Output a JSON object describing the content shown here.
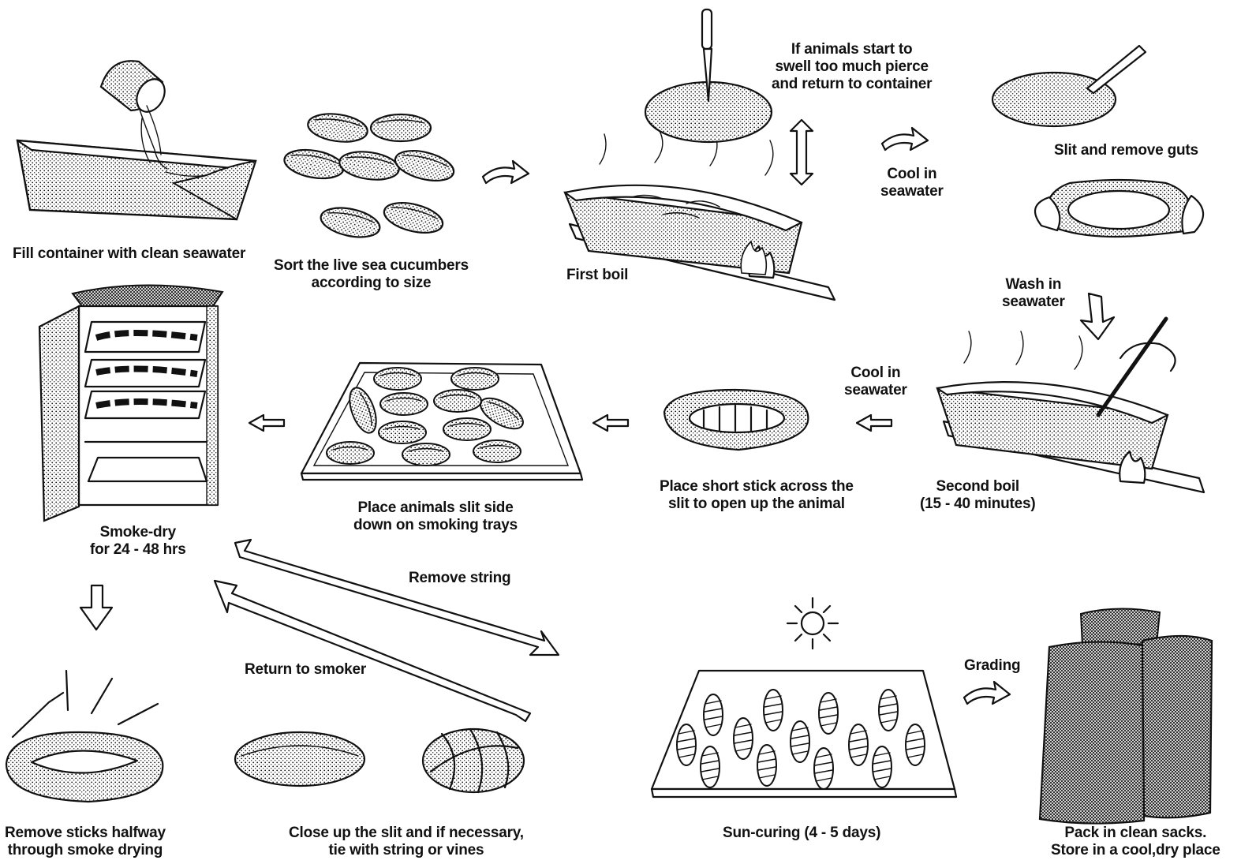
{
  "steps": {
    "fill": [
      "Fill container with clean seawater"
    ],
    "sort": [
      "Sort the live sea cucumbers",
      "according to size"
    ],
    "first_boil": [
      "First boil"
    ],
    "pierce": [
      "If animals start to",
      "swell too much pierce",
      "and return to container"
    ],
    "cool1": [
      "Cool in",
      "seawater"
    ],
    "slit": [
      "Slit and remove guts"
    ],
    "wash": [
      "Wash in",
      "seawater"
    ],
    "second_boil": [
      "Second boil",
      "(15 - 40 minutes)"
    ],
    "cool2": [
      "Cool in",
      "seawater"
    ],
    "stick": [
      "Place short stick across the",
      "slit to open up the animal"
    ],
    "trays": [
      "Place animals slit side",
      "down on smoking trays"
    ],
    "smoke": [
      "Smoke-dry",
      "for 24 - 48 hrs"
    ],
    "remove_string": [
      "Remove string"
    ],
    "return_smoker": [
      "Return to smoker"
    ],
    "remove_sticks": [
      "Remove sticks halfway",
      "through smoke drying"
    ],
    "close_slit": [
      "Close up the slit and if necessary,",
      "tie with string or vines"
    ],
    "sun": [
      "Sun-curing (4 - 5 days)"
    ],
    "grading": [
      "Grading"
    ],
    "pack": [
      "Pack in clean sacks.",
      "Store in a cool,dry place"
    ]
  },
  "icons": [
    "water-pail-icon",
    "sea-cucumber-icon",
    "boiling-pot-icon",
    "knife-icon",
    "fire-icon",
    "smoker-cabinet-icon",
    "drying-tray-icon",
    "sun-icon",
    "sack-icon",
    "flow-arrow-icon"
  ],
  "colors": {
    "ink": "#111111",
    "paper": "#ffffff"
  }
}
